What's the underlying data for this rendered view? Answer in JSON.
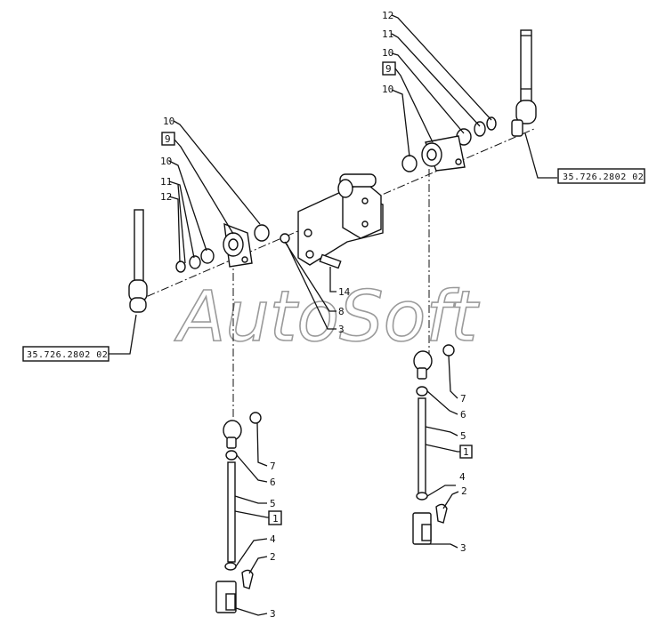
{
  "watermark": "AutoSoft",
  "references": {
    "left": "35.726.2802 02",
    "right": "35.726.2802 02"
  },
  "callouts": {
    "right_top": [
      "12",
      "11",
      "10",
      "9",
      "10"
    ],
    "left_top": [
      "10",
      "9",
      "10",
      "11",
      "12"
    ],
    "center": [
      "14",
      "8",
      "3"
    ],
    "lower_right": [
      "7",
      "6",
      "5",
      "1",
      "4",
      "2",
      "3"
    ],
    "lower_left": [
      "7",
      "6",
      "5",
      "1",
      "4",
      "2",
      "3"
    ]
  }
}
